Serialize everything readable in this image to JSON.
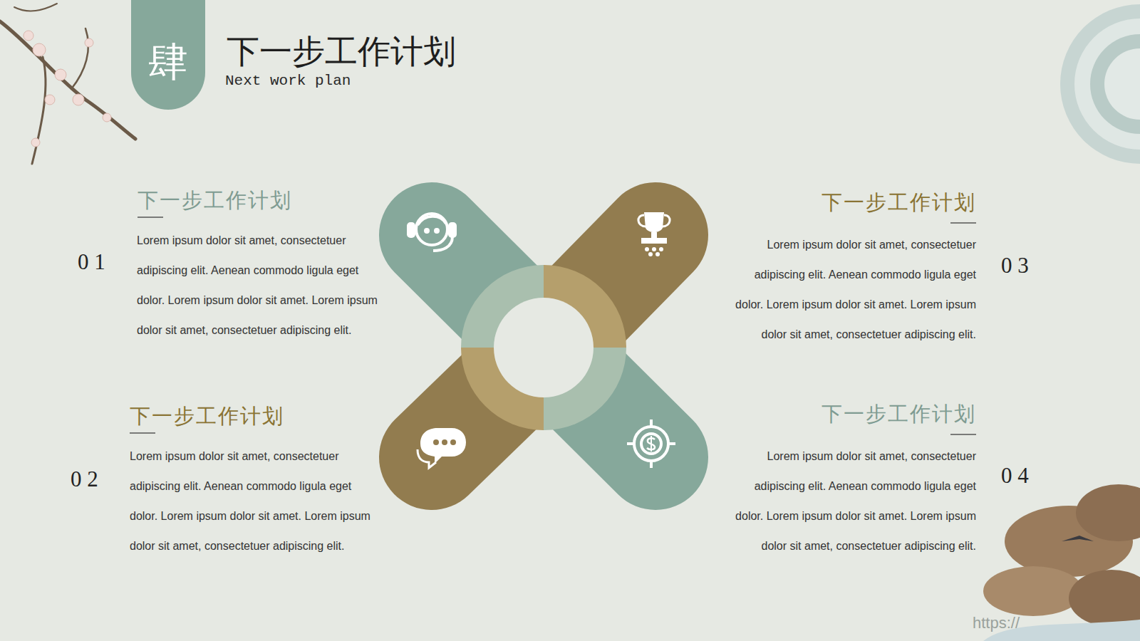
{
  "diagram": {
    "title": "下一步工作计划",
    "nodes": [
      {
        "text": [
          "肆"
        ]
      }
    ],
    "labels": [
      "Next work plan",
      "下一步工作计划",
      "Lorem ipsum dolor sit amet, consectetuer adipiscing elit. Aenean commodo ligula eget dolor. Lorem ipsum dolor sit amet. Lorem ipsum dolor sit amet, consectetuer adipiscing elit.",
      "0 1",
      "下一步工作计划",
      "Lorem ipsum dolor sit amet, consectetuer adipiscing elit. Aenean commodo ligula eget dolor. Lorem ipsum dolor sit amet. Lorem ipsum dolor sit amet, consectetuer adipiscing elit.",
      "0 2",
      "下一步工作计划",
      "Lorem ipsum dolor sit amet, consectetuer adipiscing elit. Aenean commodo ligula eget dolor. Lorem ipsum dolor sit amet. Lorem ipsum dolor sit amet, consectetuer adipiscing elit.",
      "0 3",
      "下一步工作计划",
      "Lorem ipsum dolor sit amet, consectetuer adipiscing elit. Aenean commodo ligula eget dolor. Lorem ipsum dolor sit amet. Lorem ipsum dolor sit amet, consectetuer adipiscing elit.",
      "0 4",
      "https://"
    ]
  }
}
